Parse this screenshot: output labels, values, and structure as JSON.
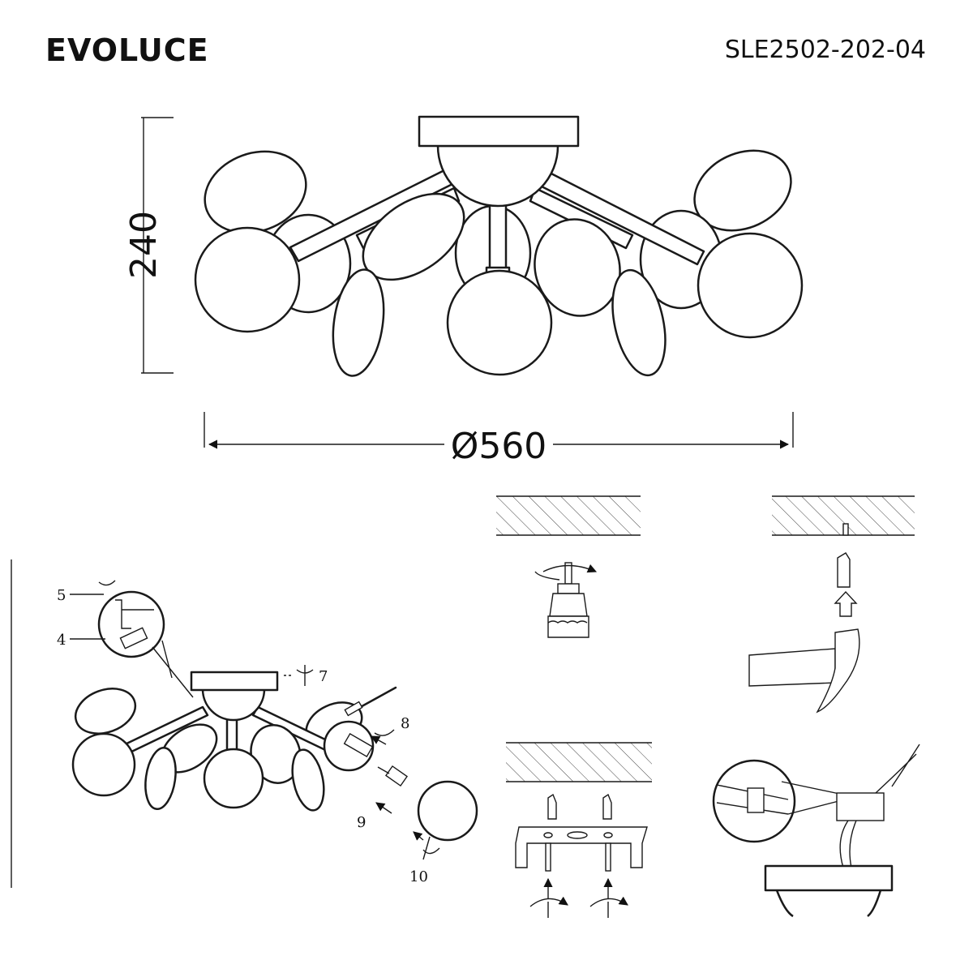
{
  "header": {
    "brand": "EVOLUCE",
    "model": "SLE2502-202-04"
  },
  "dimensions": {
    "height": "240",
    "diameter": "Ø560"
  },
  "assembly_labels": [
    "5",
    "4",
    "7",
    "8",
    "9",
    "10"
  ]
}
